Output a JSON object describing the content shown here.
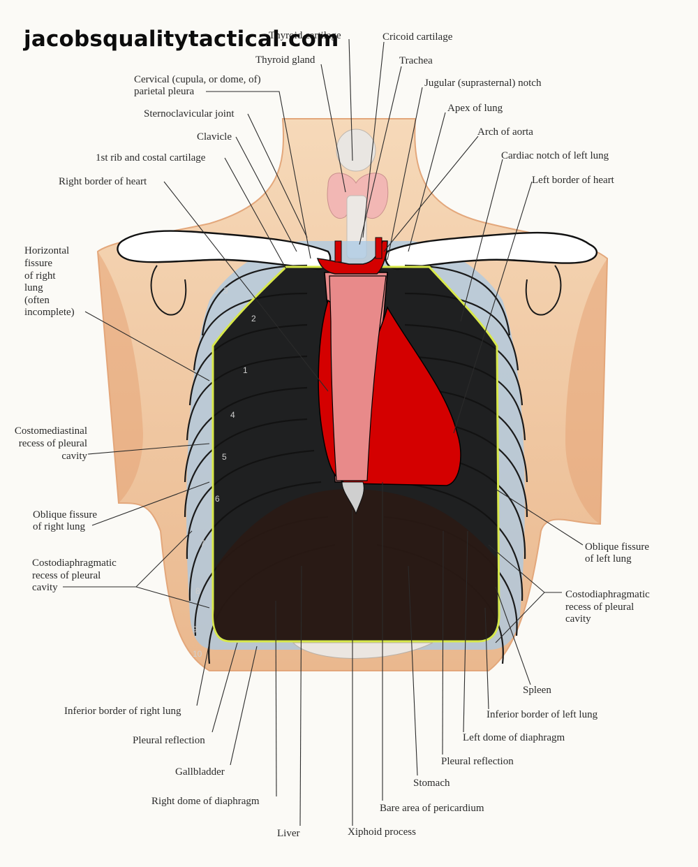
{
  "watermark": "jacobsqualitytactical.com",
  "labels": {
    "thyroid_cartilage": "Thyroid cartilage",
    "cricoid_cartilage": "Cricoid cartilage",
    "thyroid_gland": "Thyroid gland",
    "trachea": "Trachea",
    "cervical_pleura_1": "Cervical (cupula, or dome, of)",
    "cervical_pleura_2": "parietal pleura",
    "jugular_notch": "Jugular (suprasternal) notch",
    "sternoclavicular_joint": "Sternoclavicular joint",
    "apex_of_lung": "Apex of lung",
    "clavicle": "Clavicle",
    "arch_of_aorta": "Arch of aorta",
    "first_rib": "1st rib and costal cartilage",
    "cardiac_notch": "Cardiac notch of left lung",
    "right_border_heart": "Right border of heart",
    "left_border_heart": "Left border of heart",
    "horizontal_fissure": [
      "Horizontal",
      "fissure",
      "of right",
      "lung",
      "(often",
      "incomplete)"
    ],
    "costomediastinal": [
      "Costomediastinal",
      "recess of pleural",
      "cavity"
    ],
    "oblique_right": [
      "Oblique fissure",
      "of right lung"
    ],
    "costodiaphragmatic_right": [
      "Costodiaphragmatic",
      "recess of pleural",
      "cavity"
    ],
    "oblique_left": [
      "Oblique fissure",
      "of left lung"
    ],
    "costodiaphragmatic_left": [
      "Costodiaphragmatic",
      "recess of pleural",
      "cavity"
    ],
    "spleen": "Spleen",
    "inferior_right": "Inferior border of right lung",
    "inferior_left": "Inferior border of left lung",
    "pleural_reflection_right": "Pleural reflection",
    "left_dome": "Left dome of diaphragm",
    "pleural_reflection_left": "Pleural reflection",
    "gallbladder": "Gallbladder",
    "stomach": "Stomach",
    "right_dome": "Right dome of diaphragm",
    "bare_area": "Bare area of pericardium",
    "liver": "Liver",
    "xiphoid": "Xiphoid process"
  },
  "rib_numbers": [
    "1",
    "2",
    "3",
    "4",
    "5",
    "6",
    "7",
    "8",
    "9",
    "10"
  ],
  "colors": {
    "skin": "#f0c8a0",
    "lung_overlay": "#111111",
    "heart": "#d40000",
    "pericardium": "#e88a8a",
    "pleura_outline": "#d8e84a",
    "diaphragm_overlay": "#2a1a14"
  }
}
